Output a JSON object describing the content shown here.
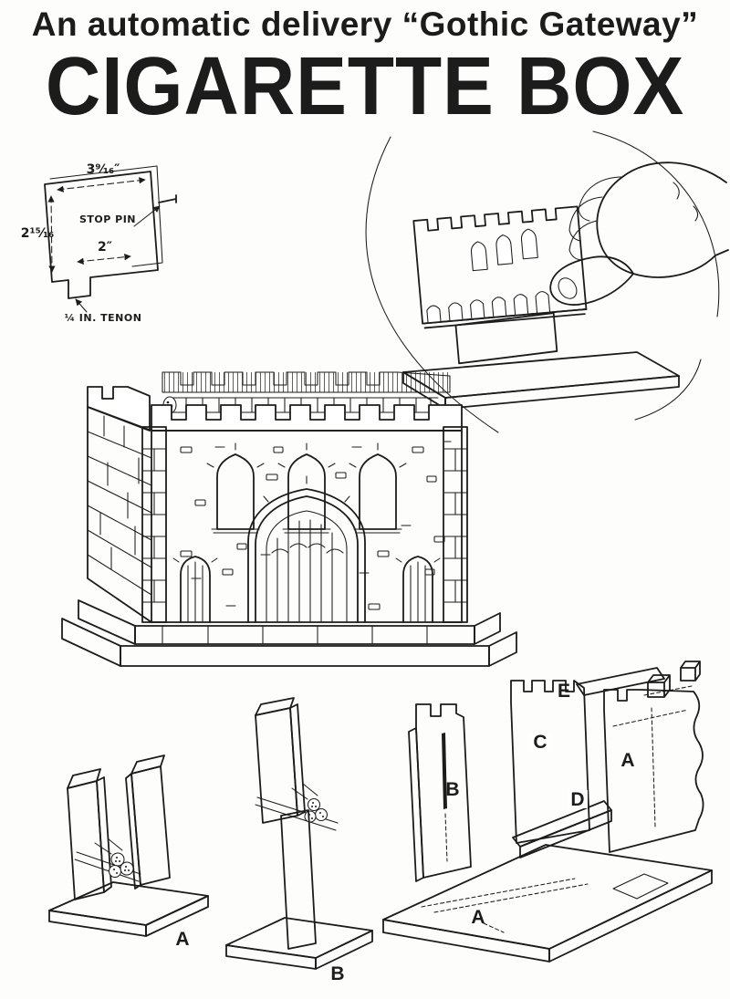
{
  "page": {
    "headline": "An automatic delivery “Gothic Gateway”",
    "title": "CIGARETTE BOX"
  },
  "stop_pin_diagram": {
    "width_dim": "3⁹⁄₁₆″",
    "height_dim": "2¹⁵⁄₁₆",
    "pin_label": "STOP PIN",
    "tenon_width_dim": "2″",
    "tenon_label": "¼ IN. TENON"
  },
  "details": {
    "label_a": "A",
    "label_b": "B"
  },
  "exploded": {
    "panel_a": "A",
    "panel_b": "B",
    "panel_c": "C",
    "panel_d": "D",
    "strip_e": "E",
    "base_a": "A"
  },
  "ink_color": "#1c1c1c"
}
